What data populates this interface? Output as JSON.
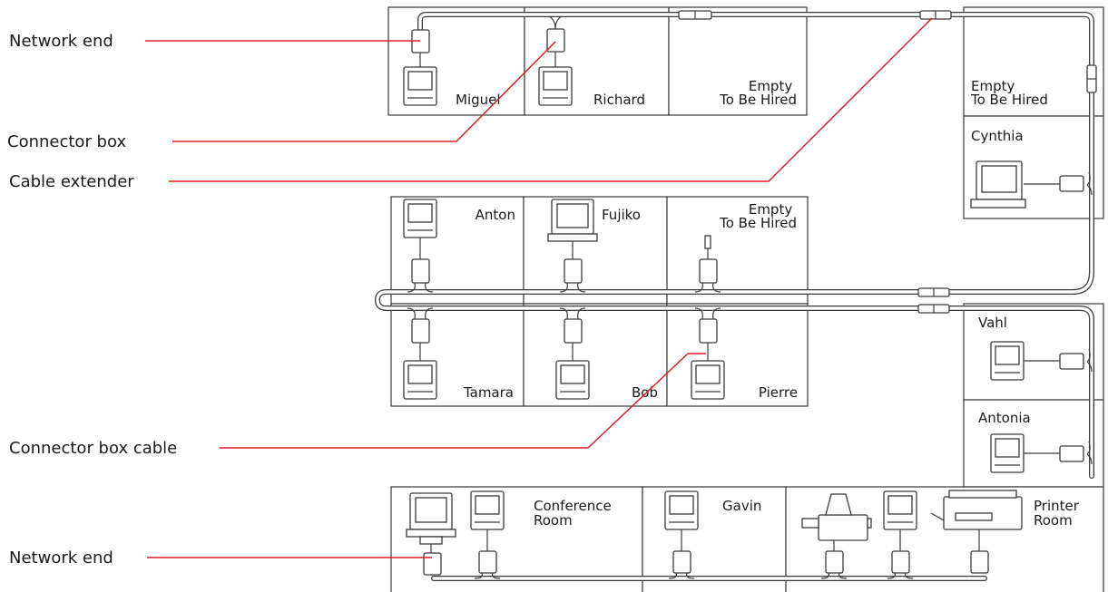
{
  "callouts": {
    "network_end_top": "Network end",
    "connector_box": "Connector box",
    "cable_extender": "Cable extender",
    "connector_box_cable": "Connector box cable",
    "network_end_bottom": "Network end"
  },
  "rooms": {
    "miguel": [
      "Miguel"
    ],
    "richard": [
      "Richard"
    ],
    "empty_top": [
      "Empty",
      "To Be Hired"
    ],
    "empty_right": [
      "Empty",
      "To Be Hired"
    ],
    "cynthia": [
      "Cynthia"
    ],
    "anton": [
      "Anton"
    ],
    "fujiko": [
      "Fujiko"
    ],
    "empty_mid": [
      "Empty",
      "To Be Hired"
    ],
    "tamara": [
      "Tamara"
    ],
    "bob": [
      "Bob"
    ],
    "pierre": [
      "Pierre"
    ],
    "vahl": [
      "Vahl"
    ],
    "antonia": [
      "Antonia"
    ],
    "conference": [
      "Conference",
      "Room"
    ],
    "gavin": [
      "Gavin"
    ],
    "printer": [
      "Printer",
      "Room"
    ]
  },
  "colors": {
    "leader_line": "#d81f26",
    "line_art": "#3a3a3a"
  }
}
